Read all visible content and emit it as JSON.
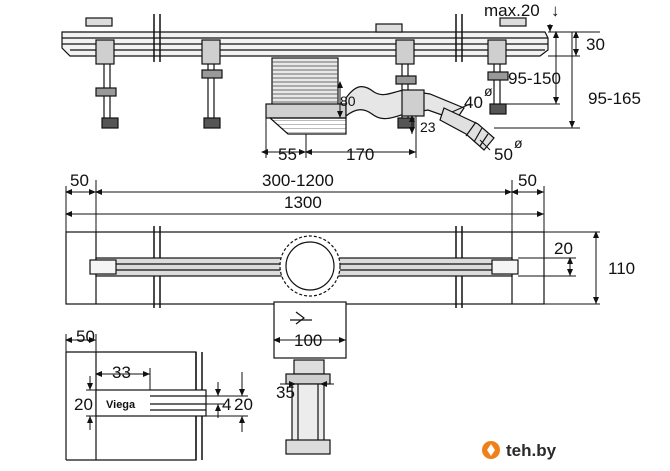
{
  "top_view": {
    "max_label": "max.20",
    "dim_30": "30",
    "dim_95_150": "95-150",
    "dim_95_165": "95-165",
    "dim_80": "80",
    "dim_40": "40",
    "dim_23": "23",
    "dim_50_pipe": "50",
    "dim_55": "55",
    "dim_170": "170",
    "diameter_symbol": "ø"
  },
  "plan_view": {
    "dim_50_left": "50",
    "dim_50_right": "50",
    "dim_range": "300-1200",
    "dim_1300": "1300",
    "dim_20": "20",
    "dim_110": "110",
    "dim_100": "100",
    "dim_35": "35"
  },
  "detail_view": {
    "dim_50": "50",
    "dim_33": "33",
    "dim_20_left": "20",
    "dim_4": "4",
    "dim_20_right": "20",
    "logo": "Viega"
  },
  "watermark": {
    "text": "teh.by",
    "accent": "#f07f1a"
  }
}
